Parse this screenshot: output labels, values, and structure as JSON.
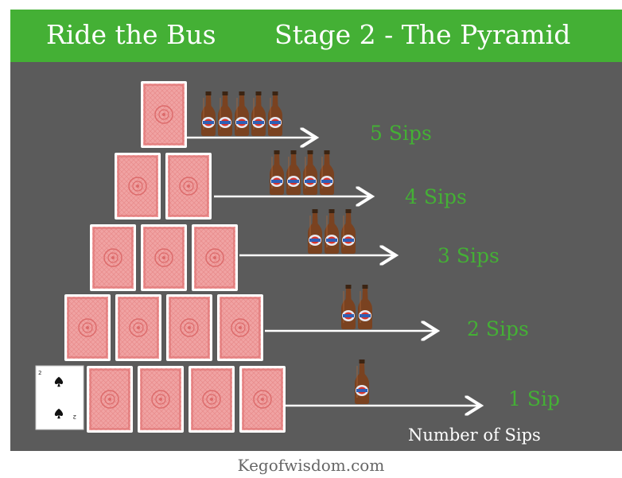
{
  "header": {
    "game_title": "Ride the Bus",
    "stage_title": "Stage 2 - The Pyramid",
    "background_color": "#44b035"
  },
  "pyramid": {
    "rows": [
      {
        "cards": 1,
        "sips": 5,
        "label": "5 Sips"
      },
      {
        "cards": 2,
        "sips": 4,
        "label": "4 Sips"
      },
      {
        "cards": 3,
        "sips": 3,
        "label": "3 Sips"
      },
      {
        "cards": 4,
        "sips": 2,
        "label": "2 Sips"
      },
      {
        "cards": 4,
        "sips": 1,
        "label": "1 Sip"
      }
    ],
    "base_extra_card": {
      "rank": "2",
      "suit": "spade-icon"
    },
    "card_back_icon": "card-back-pattern",
    "drink_icon": "beer-bottle-icon",
    "label_color": "#44b035",
    "board_color": "#5b5b5b"
  },
  "axis_label": "Number of Sips",
  "footer": {
    "site": "Kegofwisdom.com"
  }
}
